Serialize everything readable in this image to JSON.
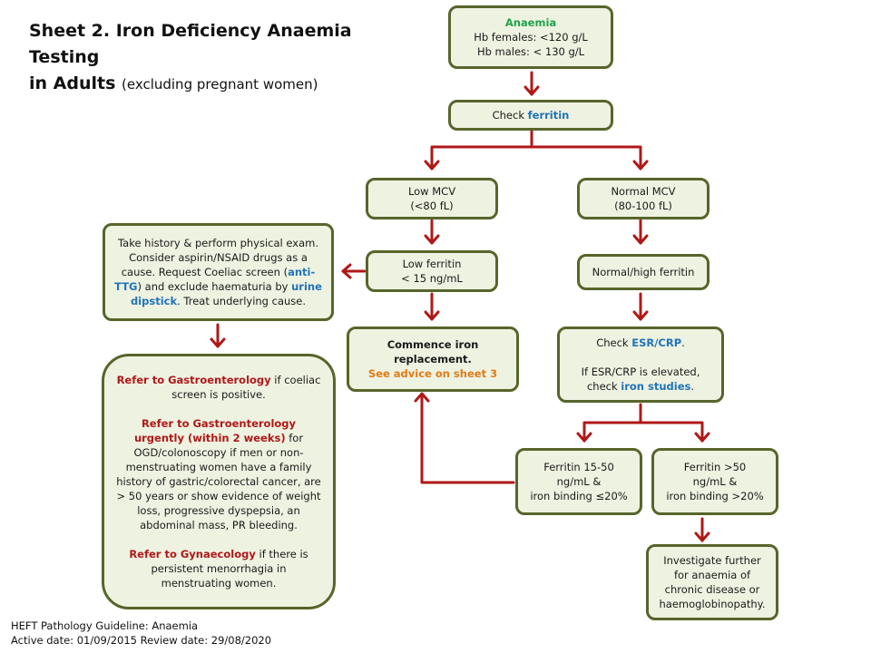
{
  "title": {
    "line1": "Sheet 2. Iron Deficiency Anaemia Testing",
    "line2": "in Adults",
    "subtitle": "(excluding pregnant women)"
  },
  "colors": {
    "box_fill": "#eef2e1",
    "box_border": "#57652a",
    "arrow": "#b01818",
    "heading_green": "#21a24a",
    "link_blue": "#1f74b8",
    "highlight_red": "#b01818",
    "highlight_orange": "#e07c18"
  },
  "nodes": {
    "anaemia": {
      "heading": "Anaemia",
      "line1": "Hb females: <120 g/L",
      "line2": "Hb males: < 130 g/L"
    },
    "check_ferritin": {
      "prefix": "Check ",
      "link": "ferritin"
    },
    "low_mcv": {
      "line1": "Low MCV",
      "line2": "(<80 fL)"
    },
    "normal_mcv": {
      "line1": "Normal MCV",
      "line2": "(80-100 fL)"
    },
    "low_ferritin": {
      "line1": "Low ferritin",
      "line2": "< 15 ng/mL"
    },
    "normal_high_ferritin": {
      "text": "Normal/high ferritin"
    },
    "history": {
      "t1": "Take history & perform physical exam. Consider aspirin/NSAID drugs as a cause.  Request Coeliac screen (",
      "link1": "anti-TTG",
      "t2": ") and exclude haematuria by ",
      "link2": "urine dipstick",
      "t3": ". Treat underlying cause."
    },
    "iron_replacement": {
      "line1": "Commence iron",
      "line2": "replacement.",
      "advice": "See advice on sheet 3"
    },
    "esr": {
      "prefix": "Check ",
      "link": "ESR/CRP",
      "suffix": ".",
      "line2": "If ESR/CRP is elevated,",
      "line3_prefix": "check ",
      "line3_link": "iron studies",
      "line3_suffix": "."
    },
    "ferritin_15_50": {
      "line1": "Ferritin 15-50",
      "line2": "ng/mL &",
      "line3": "iron binding ≤20%"
    },
    "ferritin_gt50": {
      "line1": "Ferritin >50",
      "line2": "ng/mL &",
      "line3": "iron binding >20%"
    },
    "investigate": {
      "line1": "Investigate further",
      "line2": "for anaemia of",
      "line3": "chronic disease or",
      "line4": "haemoglobinopathy."
    },
    "referral": {
      "r1_red": "Refer to Gastroenterology",
      "r1_text": " if coeliac screen is positive.",
      "r2_red": "Refer to Gastroenterology urgently (within 2 weeks)",
      "r2_text": " for OGD/colonoscopy if men or non-menstruating women have a family history of gastric/colorectal cancer, are > 50 years or show evidence of weight loss, progressive dyspepsia, an abdominal mass, PR bleeding.",
      "r3_red": "Refer to Gynaecology",
      "r3_text": "  if there is persistent menorrhagia in menstruating women."
    }
  },
  "footer": {
    "line1": "HEFT Pathology Guideline: Anaemia",
    "line2": "Active date: 01/09/2015  Review date: 29/08/2020"
  }
}
